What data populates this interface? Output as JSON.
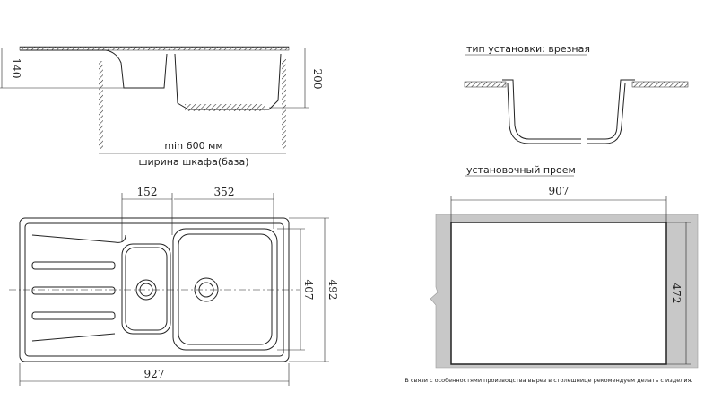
{
  "side_view": {
    "dim_left": "140",
    "dim_right": "200",
    "min_width": "min 600 мм",
    "cabinet_width": "ширина шкафа(база)"
  },
  "install_view": {
    "type_label": "тип установки: врезная"
  },
  "top_view": {
    "dim_small_bowl": "152",
    "dim_large_bowl": "352",
    "dim_bowl_height": "407",
    "dim_total_height": "492",
    "dim_total_width": "927"
  },
  "cutout_view": {
    "title": "установочный проем",
    "dim_width": "907",
    "dim_height": "472",
    "note": "В связи с особенностями производства вырез в столешнице рекомендуем делать с изделия."
  },
  "colors": {
    "line": "#222222",
    "countertop": "#c8c8c8"
  }
}
